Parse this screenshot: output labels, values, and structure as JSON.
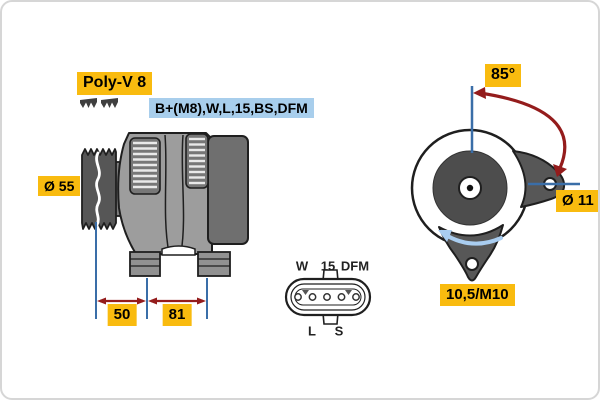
{
  "diagram": {
    "belt_label": "Poly-V 8",
    "terminal_label": "B+(M8),W,L,15,BS,DFM",
    "pulley_diameter_label": "Ø 55",
    "dimensions": {
      "pulley_to_front_mount": "50",
      "front_to_rear_mount": "81"
    },
    "front_view": {
      "mount_angle_label": "85°",
      "lug_hole_diameter_label": "Ø 11",
      "mount_hole_label": "10,5/M10"
    },
    "connector": {
      "top_row": [
        "W",
        "15",
        "DFM"
      ],
      "bottom_row": [
        "L",
        "S"
      ],
      "pin_count": 5
    }
  },
  "colors": {
    "label_yellow": "#F9BB0F",
    "label_blue": "#A8CEEC",
    "dimension_blue": "#3A6EA8",
    "arrow_dark_red": "#941C1C",
    "rotation_arrow_blue": "#A9CDF0",
    "body_gray": "#9D9D9D",
    "dark_part_gray": "#6F6F6F",
    "outline": "#1F1F1F"
  }
}
